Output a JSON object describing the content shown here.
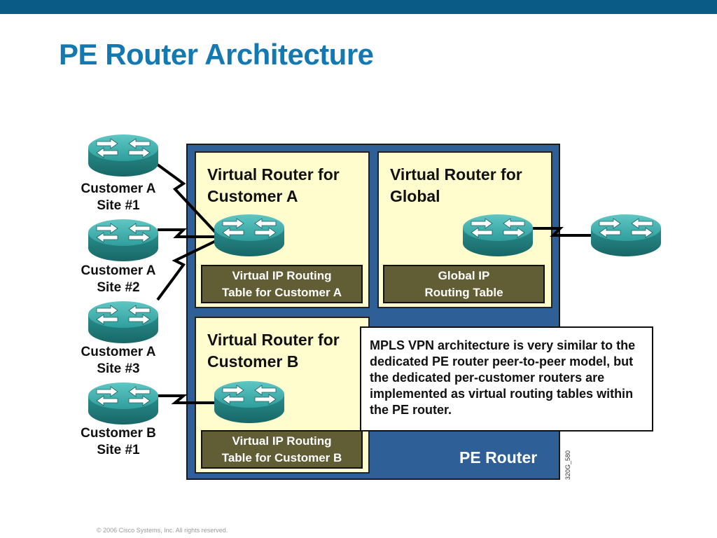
{
  "title": "PE Router Architecture",
  "pe_router_label": "PE Router",
  "virtual_routers": {
    "customer_a": {
      "title": "Virtual Router for\nCustomer A",
      "table": "Virtual IP Routing\nTable for Customer A"
    },
    "global": {
      "title": "Virtual Router for\nGlobal",
      "table": "Global IP\nRouting Table"
    },
    "customer_b": {
      "title": "Virtual Router for\nCustomer B",
      "table": "Virtual IP Routing\nTable for Customer B"
    }
  },
  "sites": [
    "Customer A\nSite #1",
    "Customer A\nSite #2",
    "Customer A\nSite #3",
    "Customer B\nSite #1"
  ],
  "note": "MPLS VPN architecture is very similar to the dedicated PE router peer-to-peer model, but the dedicated per-customer routers are implemented as virtual routing tables within the PE router.",
  "figure_id": "320G_580",
  "footer": "© 2006 Cisco Systems, Inc. All rights reserved.",
  "colors": {
    "top_bar": "#0a5b85",
    "title": "#1479b1",
    "pe_router_box": "#2f5f97",
    "virtual_router_box": "#fffccd",
    "routing_table_box": "#615e35",
    "router_icon": "#2a9a9a"
  },
  "icons": [
    "router-icon"
  ]
}
